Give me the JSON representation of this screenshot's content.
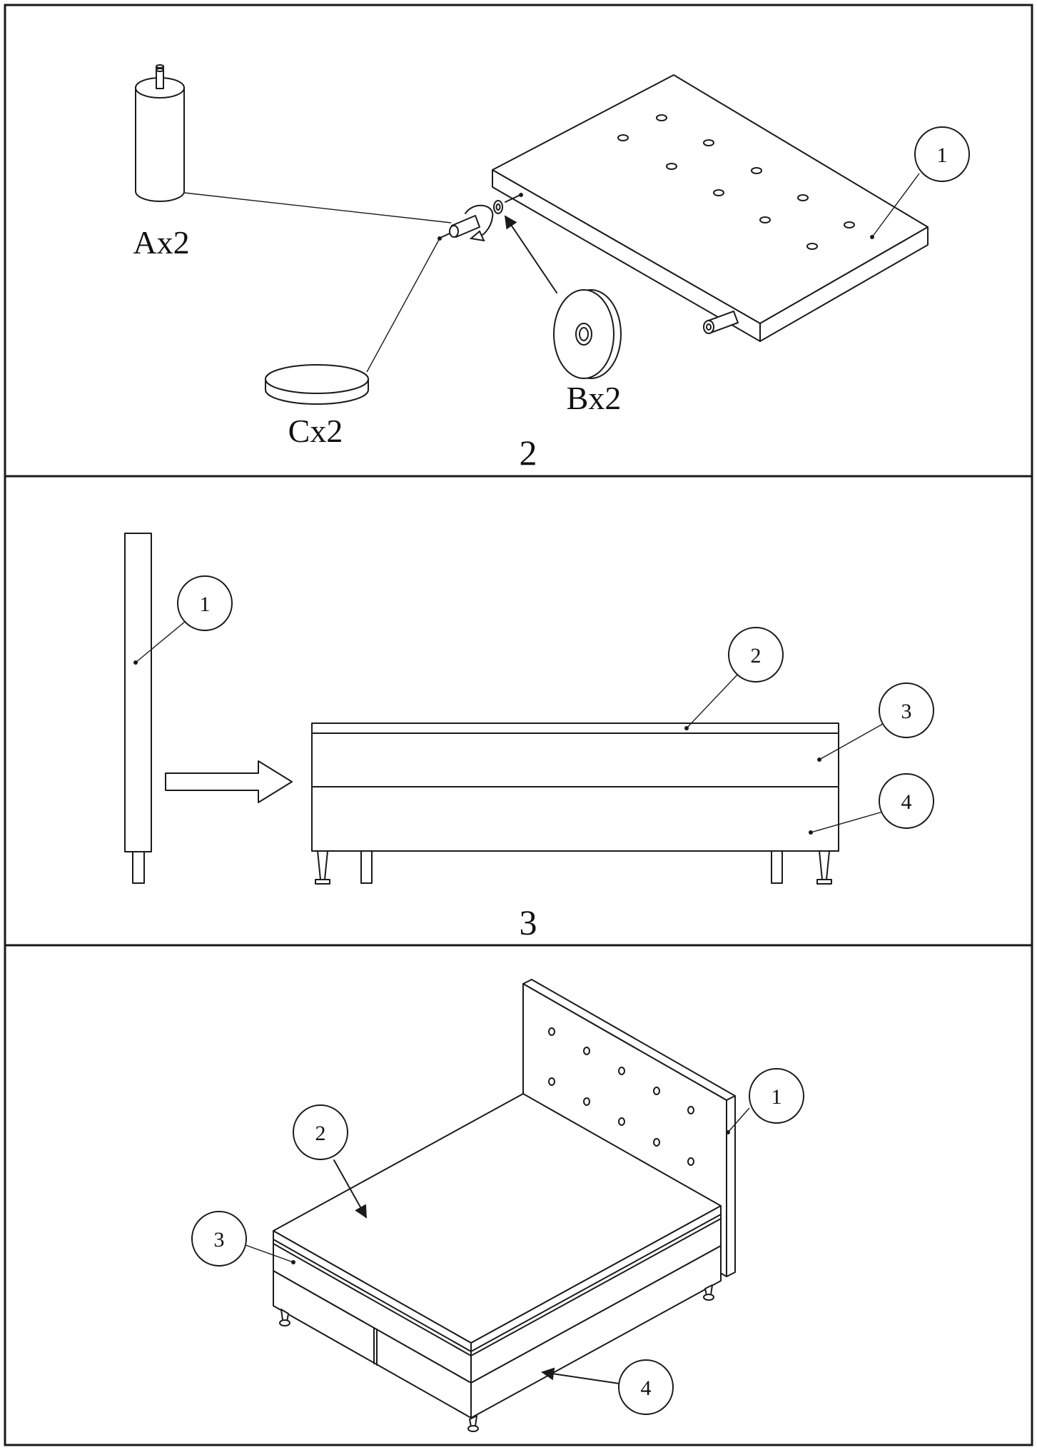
{
  "steps": [
    {
      "number": "2",
      "parts": {
        "a": "Ax2",
        "b": "Bx2",
        "c": "Cx2"
      },
      "callouts": [
        "1"
      ]
    },
    {
      "number": "3",
      "callouts": [
        "1",
        "2",
        "3",
        "4"
      ]
    },
    {
      "number": "",
      "callouts": [
        "1",
        "2",
        "3",
        "4"
      ]
    }
  ]
}
